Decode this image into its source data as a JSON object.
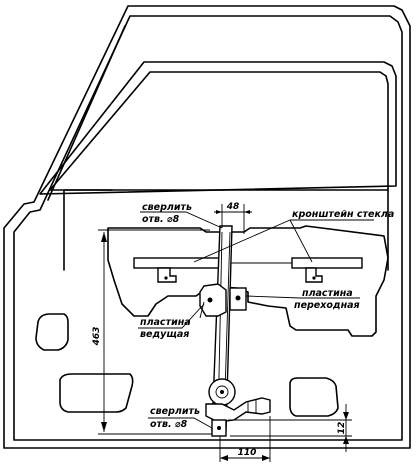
{
  "labels": {
    "drill_top_line1": "сверлить",
    "drill_top_line2": "отв. ⌀8",
    "glass_bracket": "кронштейн стекла",
    "adapter_plate_line1": "пластина",
    "adapter_plate_line2": "переходная",
    "drive_plate_line1": "пластина",
    "drive_plate_line2": "ведущая",
    "drill_bottom_line1": "сверлить",
    "drill_bottom_line2": "отв. ⌀8"
  },
  "dimensions": {
    "width_top": "48",
    "height_total": "463",
    "offset_bottom": "12",
    "width_bottom": "110"
  }
}
